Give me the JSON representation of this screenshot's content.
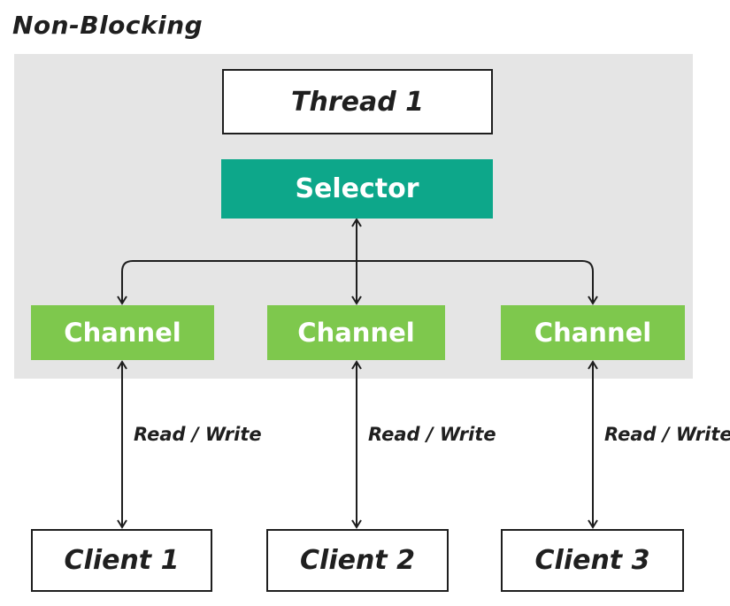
{
  "title": "Non-Blocking",
  "colors": {
    "panel": "#e5e5e5",
    "selector": "#0da78a",
    "channel": "#7ec84d",
    "line": "#1e1e1e",
    "textdark": "#1f1f1f"
  },
  "nodes": {
    "thread": "Thread 1",
    "selector": "Selector",
    "channels": [
      "Channel",
      "Channel",
      "Channel"
    ],
    "clients": [
      "Client 1",
      "Client 2",
      "Client 3"
    ]
  },
  "edge_labels": [
    "Read / Write",
    "Read / Write",
    "Read / Write"
  ]
}
